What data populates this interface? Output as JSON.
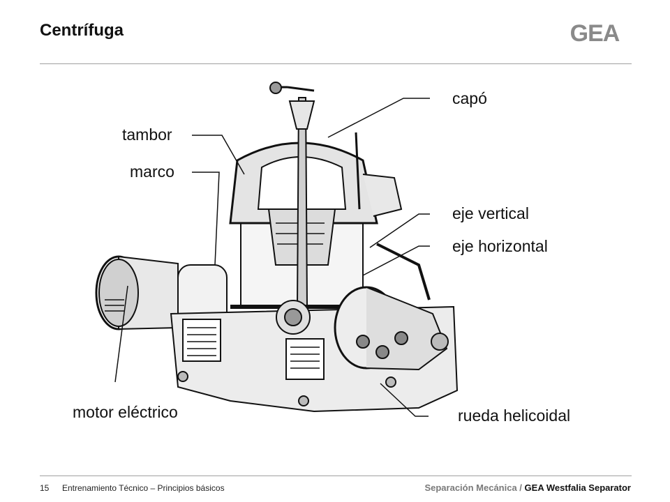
{
  "slide": {
    "title": "Centrífuga",
    "logo_text": "GEA"
  },
  "labels": {
    "capo": "capó",
    "tambor": "tambor",
    "marco": "marco",
    "eje_vertical": "eje vertical",
    "eje_horizontal": "eje horizontal",
    "motor_electrico": "motor eléctrico",
    "rueda_helicoidal": "rueda helicoidal"
  },
  "footer": {
    "page_number": "15",
    "course": "Entrenamiento Técnico – Principios básicos",
    "section": "Separación Mecánica /",
    "company": "GEA Westfalia Separator"
  },
  "colors": {
    "logo_gray": "#8a8a8a",
    "rule_gray": "#a0a0a0",
    "line_black": "#111111"
  }
}
